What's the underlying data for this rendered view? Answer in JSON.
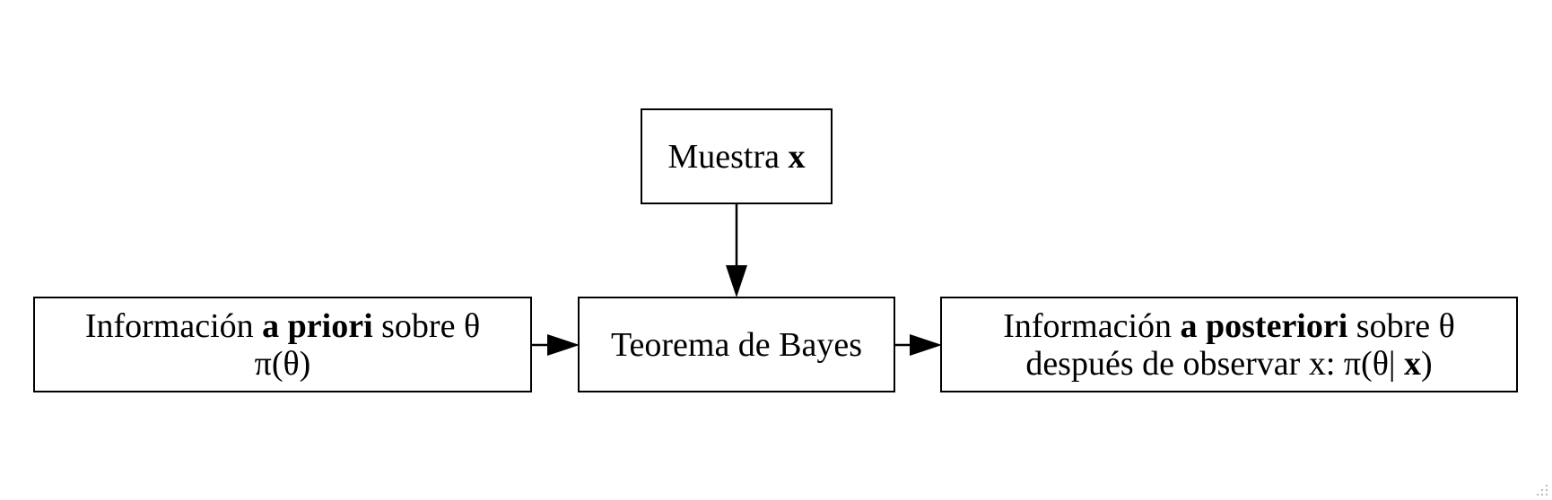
{
  "nodes": {
    "muestra": {
      "text": "Muestra ",
      "bold": "x"
    },
    "bayes": {
      "text": "Teorema de Bayes"
    },
    "priori": {
      "line1_pre": "Información ",
      "line1_bold": "a priori",
      "line1_post": " sobre θ",
      "line2": "π(θ)"
    },
    "posteriori": {
      "line1_pre": "Información ",
      "line1_bold": "a posteriori",
      "line1_post": " sobre θ",
      "line2_pre": "después de observar x: π(θ| ",
      "line2_bold": "x",
      "line2_post": ")"
    }
  },
  "edges": [
    {
      "from": "muestra",
      "to": "bayes"
    },
    {
      "from": "priori",
      "to": "bayes"
    },
    {
      "from": "bayes",
      "to": "posteriori"
    }
  ]
}
